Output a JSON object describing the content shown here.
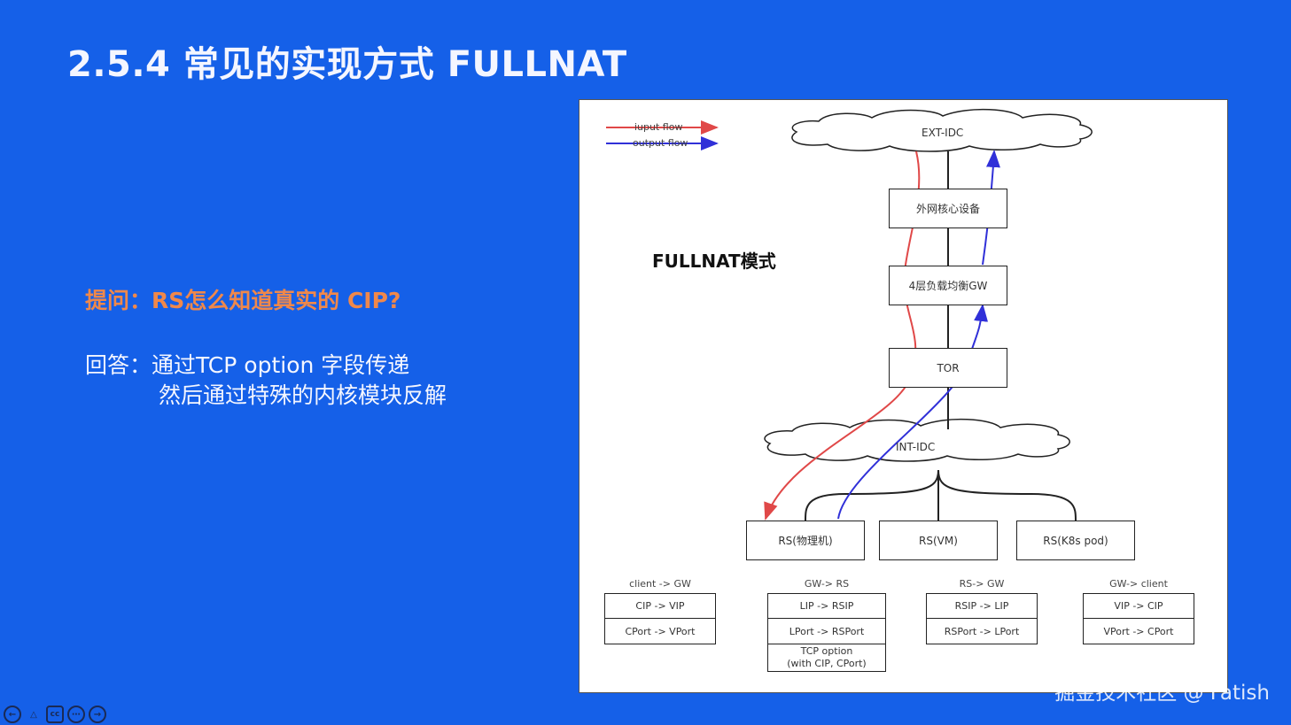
{
  "slide": {
    "title": "2.5.4 常见的实现方式 FULLNAT",
    "question": "提问：RS怎么知道真实的 CIP?",
    "answer_line1": "回答：通过TCP option 字段传递",
    "answer_line2": "然后通过特殊的内核模块反解"
  },
  "diagram": {
    "mode_label": "FULLNAT模式",
    "legend": {
      "input": "iuput flow",
      "output": "output flow"
    },
    "colors": {
      "input": "#e04848",
      "output": "#3030d8"
    },
    "clouds": {
      "ext": "EXT-IDC",
      "int": "INT-IDC"
    },
    "nodes": {
      "core": "外网核心设备",
      "gw": "4层负载均衡GW",
      "tor": "TOR",
      "rs_phys": "RS(物理机)",
      "rs_vm": "RS(VM)",
      "rs_k8s": "RS(K8s pod)"
    },
    "tables": [
      {
        "header": "client -> GW",
        "rows": [
          "CIP -> VIP",
          "CPort -> VPort"
        ]
      },
      {
        "header": "GW-> RS",
        "rows": [
          "LIP -> RSIP",
          "LPort -> RSPort"
        ],
        "extra": [
          "TCP option",
          "(with CIP, CPort)"
        ]
      },
      {
        "header": "RS-> GW",
        "rows": [
          "RSIP -> LIP",
          "RSPort -> LPort"
        ]
      },
      {
        "header": "GW-> client",
        "rows": [
          "VIP -> CIP",
          "VPort -> CPort"
        ]
      }
    ]
  },
  "watermark": "掘金技术社区 @ Fatish",
  "controls": [
    "back-icon",
    "warning-icon",
    "cc-icon",
    "more-icon",
    "forward-icon"
  ]
}
